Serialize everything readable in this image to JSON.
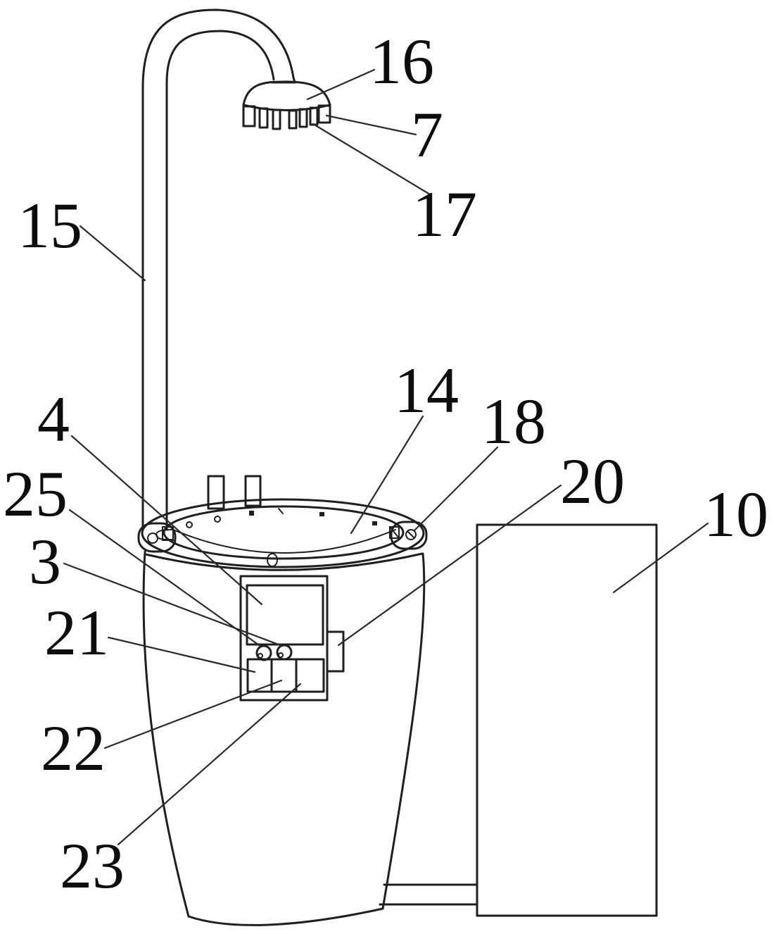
{
  "figure": {
    "kind": "patent-line-drawing",
    "background_color": "#ffffff",
    "line_color": "#1f1f1f",
    "label_color": "#0d0d0d",
    "labels": [
      {
        "id": "16",
        "text": "16"
      },
      {
        "id": "7",
        "text": "7"
      },
      {
        "id": "17",
        "text": "17"
      },
      {
        "id": "15",
        "text": "15"
      },
      {
        "id": "14",
        "text": "14"
      },
      {
        "id": "18",
        "text": "18"
      },
      {
        "id": "20",
        "text": "20"
      },
      {
        "id": "10",
        "text": "10"
      },
      {
        "id": "4",
        "text": "4"
      },
      {
        "id": "25",
        "text": "25"
      },
      {
        "id": "3",
        "text": "3"
      },
      {
        "id": "21",
        "text": "21"
      },
      {
        "id": "22",
        "text": "22"
      },
      {
        "id": "23",
        "text": "23"
      }
    ]
  }
}
